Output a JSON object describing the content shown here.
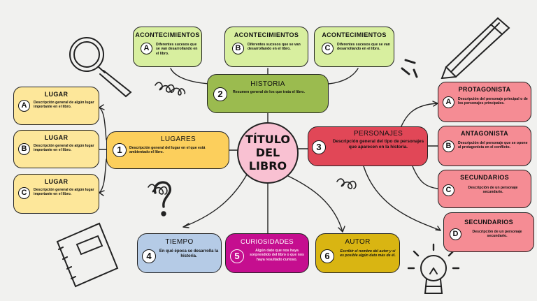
{
  "center": {
    "line1": "TÍTULO",
    "line2": "DEL",
    "line3": "LIBRO"
  },
  "events": [
    {
      "letter": "A",
      "title": "ACONTECIMIENTOS",
      "text": "Diferentes sucesos que se van desarrollando en el libro."
    },
    {
      "letter": "B",
      "title": "ACONTECIMIENTOS",
      "text": "Diferentes sucesos que se van desarrollando en el libro."
    },
    {
      "letter": "C",
      "title": "ACONTECIMIENTOS",
      "text": "Diferentes sucesos que se van desarrollando en el libro."
    }
  ],
  "historia": {
    "number": "2",
    "title": "HISTORIA",
    "text": "Resumen general de los que trata el libro."
  },
  "lugares": {
    "number": "1",
    "title": "LUGARES",
    "text": "Descripción general del lugar en el que está ambientado el libro."
  },
  "lugar_items": [
    {
      "letter": "A",
      "title": "LUGAR",
      "text": "Descripción general de algún lugar importante en el libro."
    },
    {
      "letter": "B",
      "title": "LUGAR",
      "text": "Descripción general de algún lugar importante en el libro."
    },
    {
      "letter": "C",
      "title": "LUGAR",
      "text": "Descripción general de algún lugar importante en el libro."
    }
  ],
  "personajes": {
    "number": "3",
    "title": "PERSONAJES",
    "text": "Descripción general del tipo de personajes que aparecen en la historia."
  },
  "characters": [
    {
      "letter": "A",
      "title": "PROTAGONISTA",
      "text": "Descripción del personaje principal o de los personajes principales."
    },
    {
      "letter": "B",
      "title": "ANTAGONISTA",
      "text": "Descripción del personaje que se opone al protagonista en el conflicto."
    },
    {
      "letter": "C",
      "title": "SECUNDARIOS",
      "text": "Descripción de un personaje secundario."
    },
    {
      "letter": "D",
      "title": "SECUNDARIOS",
      "text": "Descripción de un personaje secundario."
    }
  ],
  "tiempo": {
    "number": "4",
    "title": "TIEMPO",
    "text": "En qué época se desarrolla la historia."
  },
  "curiosidades": {
    "number": "5",
    "title": "CURIOSIDADES",
    "text": "Algún dato que nos haya sorprendido del libro o que nos haya resultado curioso."
  },
  "autor": {
    "number": "6",
    "title": "AUTOR",
    "text": "Escribir el nombre del autor y si es posible algún dato más de él."
  },
  "colors": {
    "green": "#d8ef9f",
    "olive": "#9bbb4f",
    "yellow": "#fde79a",
    "orange": "#fccf5c",
    "red": "#e14757",
    "pink": "#f58c94",
    "blue": "#b5cbe6",
    "magenta": "#c50e8f",
    "gold": "#d9b512",
    "center": "#f9c1d2"
  },
  "icons": [
    "magnifier-icon",
    "pencil-icon",
    "notebook-icon",
    "question-mark-icon",
    "lightbulb-icon",
    "spring-doodle-icon"
  ]
}
